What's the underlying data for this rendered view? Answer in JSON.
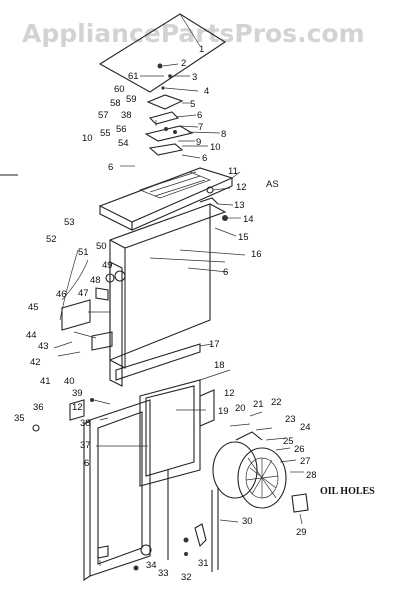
{
  "watermark": "AppliancePartsPros.com",
  "callouts": [
    "1",
    "2",
    "3",
    "4",
    "5",
    "6",
    "7",
    "8",
    "9",
    "10",
    "11",
    "12",
    "13",
    "14",
    "15",
    "16",
    "17",
    "18",
    "19",
    "20",
    "21",
    "22",
    "23",
    "24",
    "25",
    "26",
    "27",
    "28",
    "29",
    "30",
    "31",
    "32",
    "33",
    "34",
    "35",
    "36",
    "37",
    "38",
    "39",
    "40",
    "41",
    "42",
    "43",
    "44",
    "45",
    "46",
    "47",
    "48",
    "49",
    "50",
    "51",
    "52",
    "53",
    "54",
    "55",
    "56",
    "57",
    "58",
    "59",
    "60",
    "61"
  ],
  "side_label": "AS",
  "note": "OIL HOLES"
}
